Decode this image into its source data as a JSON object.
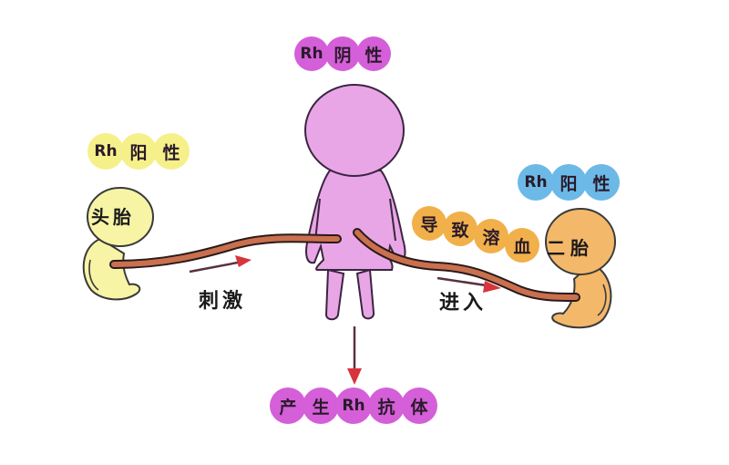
{
  "colors": {
    "magenta": "#d45fd8",
    "yellow": "#f6f08a",
    "blue": "#6cb9e8",
    "orange": "#f1b04a",
    "mother_fill": "#e9a6e6",
    "fetus1_fill": "#f8f4a6",
    "fetus2_fill": "#f3b86a",
    "cord": "#c9704f",
    "arrow": "#d8343c"
  },
  "mother": {
    "label_chars": [
      "Rh",
      "阴",
      "性"
    ]
  },
  "first_fetus": {
    "label_chars": [
      "Rh",
      "阳",
      "性"
    ],
    "body_text": "头胎"
  },
  "second_fetus": {
    "label_chars": [
      "Rh",
      "阳",
      "性"
    ],
    "body_text": "二胎"
  },
  "arrows": {
    "stimulate": "刺激",
    "enter": "进入"
  },
  "cause_hemolysis_chars": [
    "导",
    "致",
    "溶",
    "血"
  ],
  "produce_antibody_chars": [
    "产",
    "生",
    "Rh",
    "抗",
    "体"
  ]
}
